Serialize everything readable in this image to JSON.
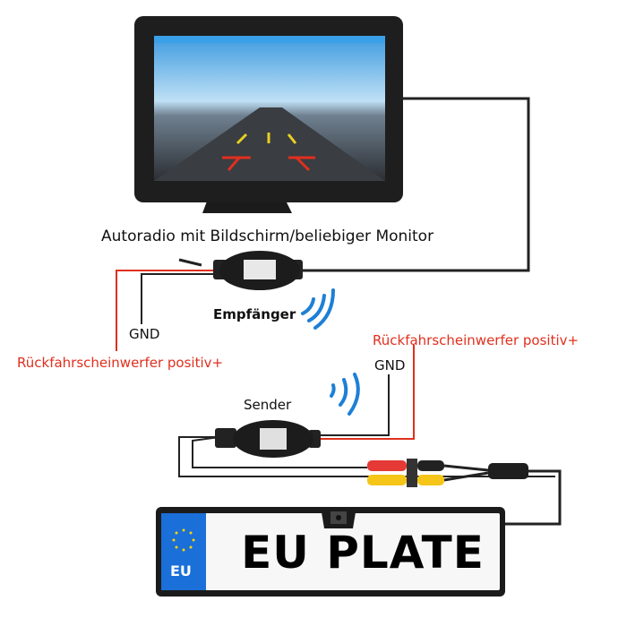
{
  "monitor_caption": "Autoradio mit Bildschirm/beliebiger Monitor",
  "receiver": {
    "label": "Empfänger",
    "gnd_label": "GND",
    "positive_label": "Rückfahrscheinwerfer positiv+"
  },
  "sender": {
    "label": "Sender",
    "gnd_label": "GND",
    "positive_label": "Rückfahrscheinwerfer positiv+"
  },
  "plate": {
    "text": "EU PLATE",
    "country": "EU"
  },
  "colors": {
    "wire_red": "#e0301e",
    "signal_blue": "#1e7fd6",
    "eu_blue": "#1a6fd8",
    "rca_red": "#e53935",
    "rca_yellow": "#f5c518"
  }
}
